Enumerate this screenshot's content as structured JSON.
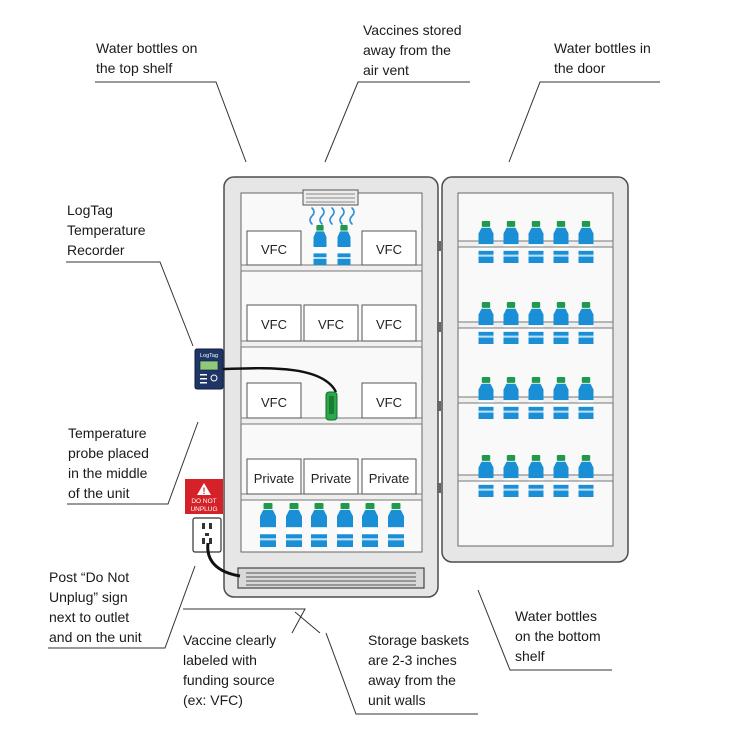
{
  "callouts": {
    "top_shelf": [
      "Water bottles on",
      "the top shelf"
    ],
    "air_vent": [
      "Vaccines stored",
      "away from the",
      "air vent"
    ],
    "door": [
      "Water bottles in",
      "the door"
    ],
    "logtag": [
      "LogTag",
      "Temperature",
      "Recorder"
    ],
    "probe": [
      "Temperature",
      "probe placed",
      "in the middle",
      "of the unit"
    ],
    "sign": [
      "Post “Do Not",
      "Unplug” sign",
      "next to outlet",
      "and on the unit"
    ],
    "labeled": [
      "Vaccine clearly",
      "labeled with",
      "funding source",
      "(ex: VFC)"
    ],
    "baskets": [
      "Storage baskets",
      "are 2-3 inches",
      "away from the",
      "unit walls"
    ],
    "bottom_shelf": [
      "Water bottles",
      "on the bottom",
      "shelf"
    ]
  },
  "labels": {
    "vfc": "VFC",
    "private": "Private",
    "logtag_device": "LogTag",
    "do_not": "DO NOT",
    "unplug": "UNPLUG",
    "warning_glyph": "!"
  },
  "colors": {
    "bottle": "#1a8fd6",
    "bottle_cap": "#1f9a4c",
    "probe": "#2aa84a",
    "vent_waves": "#2e8fd8",
    "warning_red": "#d52128",
    "fridge_outline": "#555555"
  }
}
